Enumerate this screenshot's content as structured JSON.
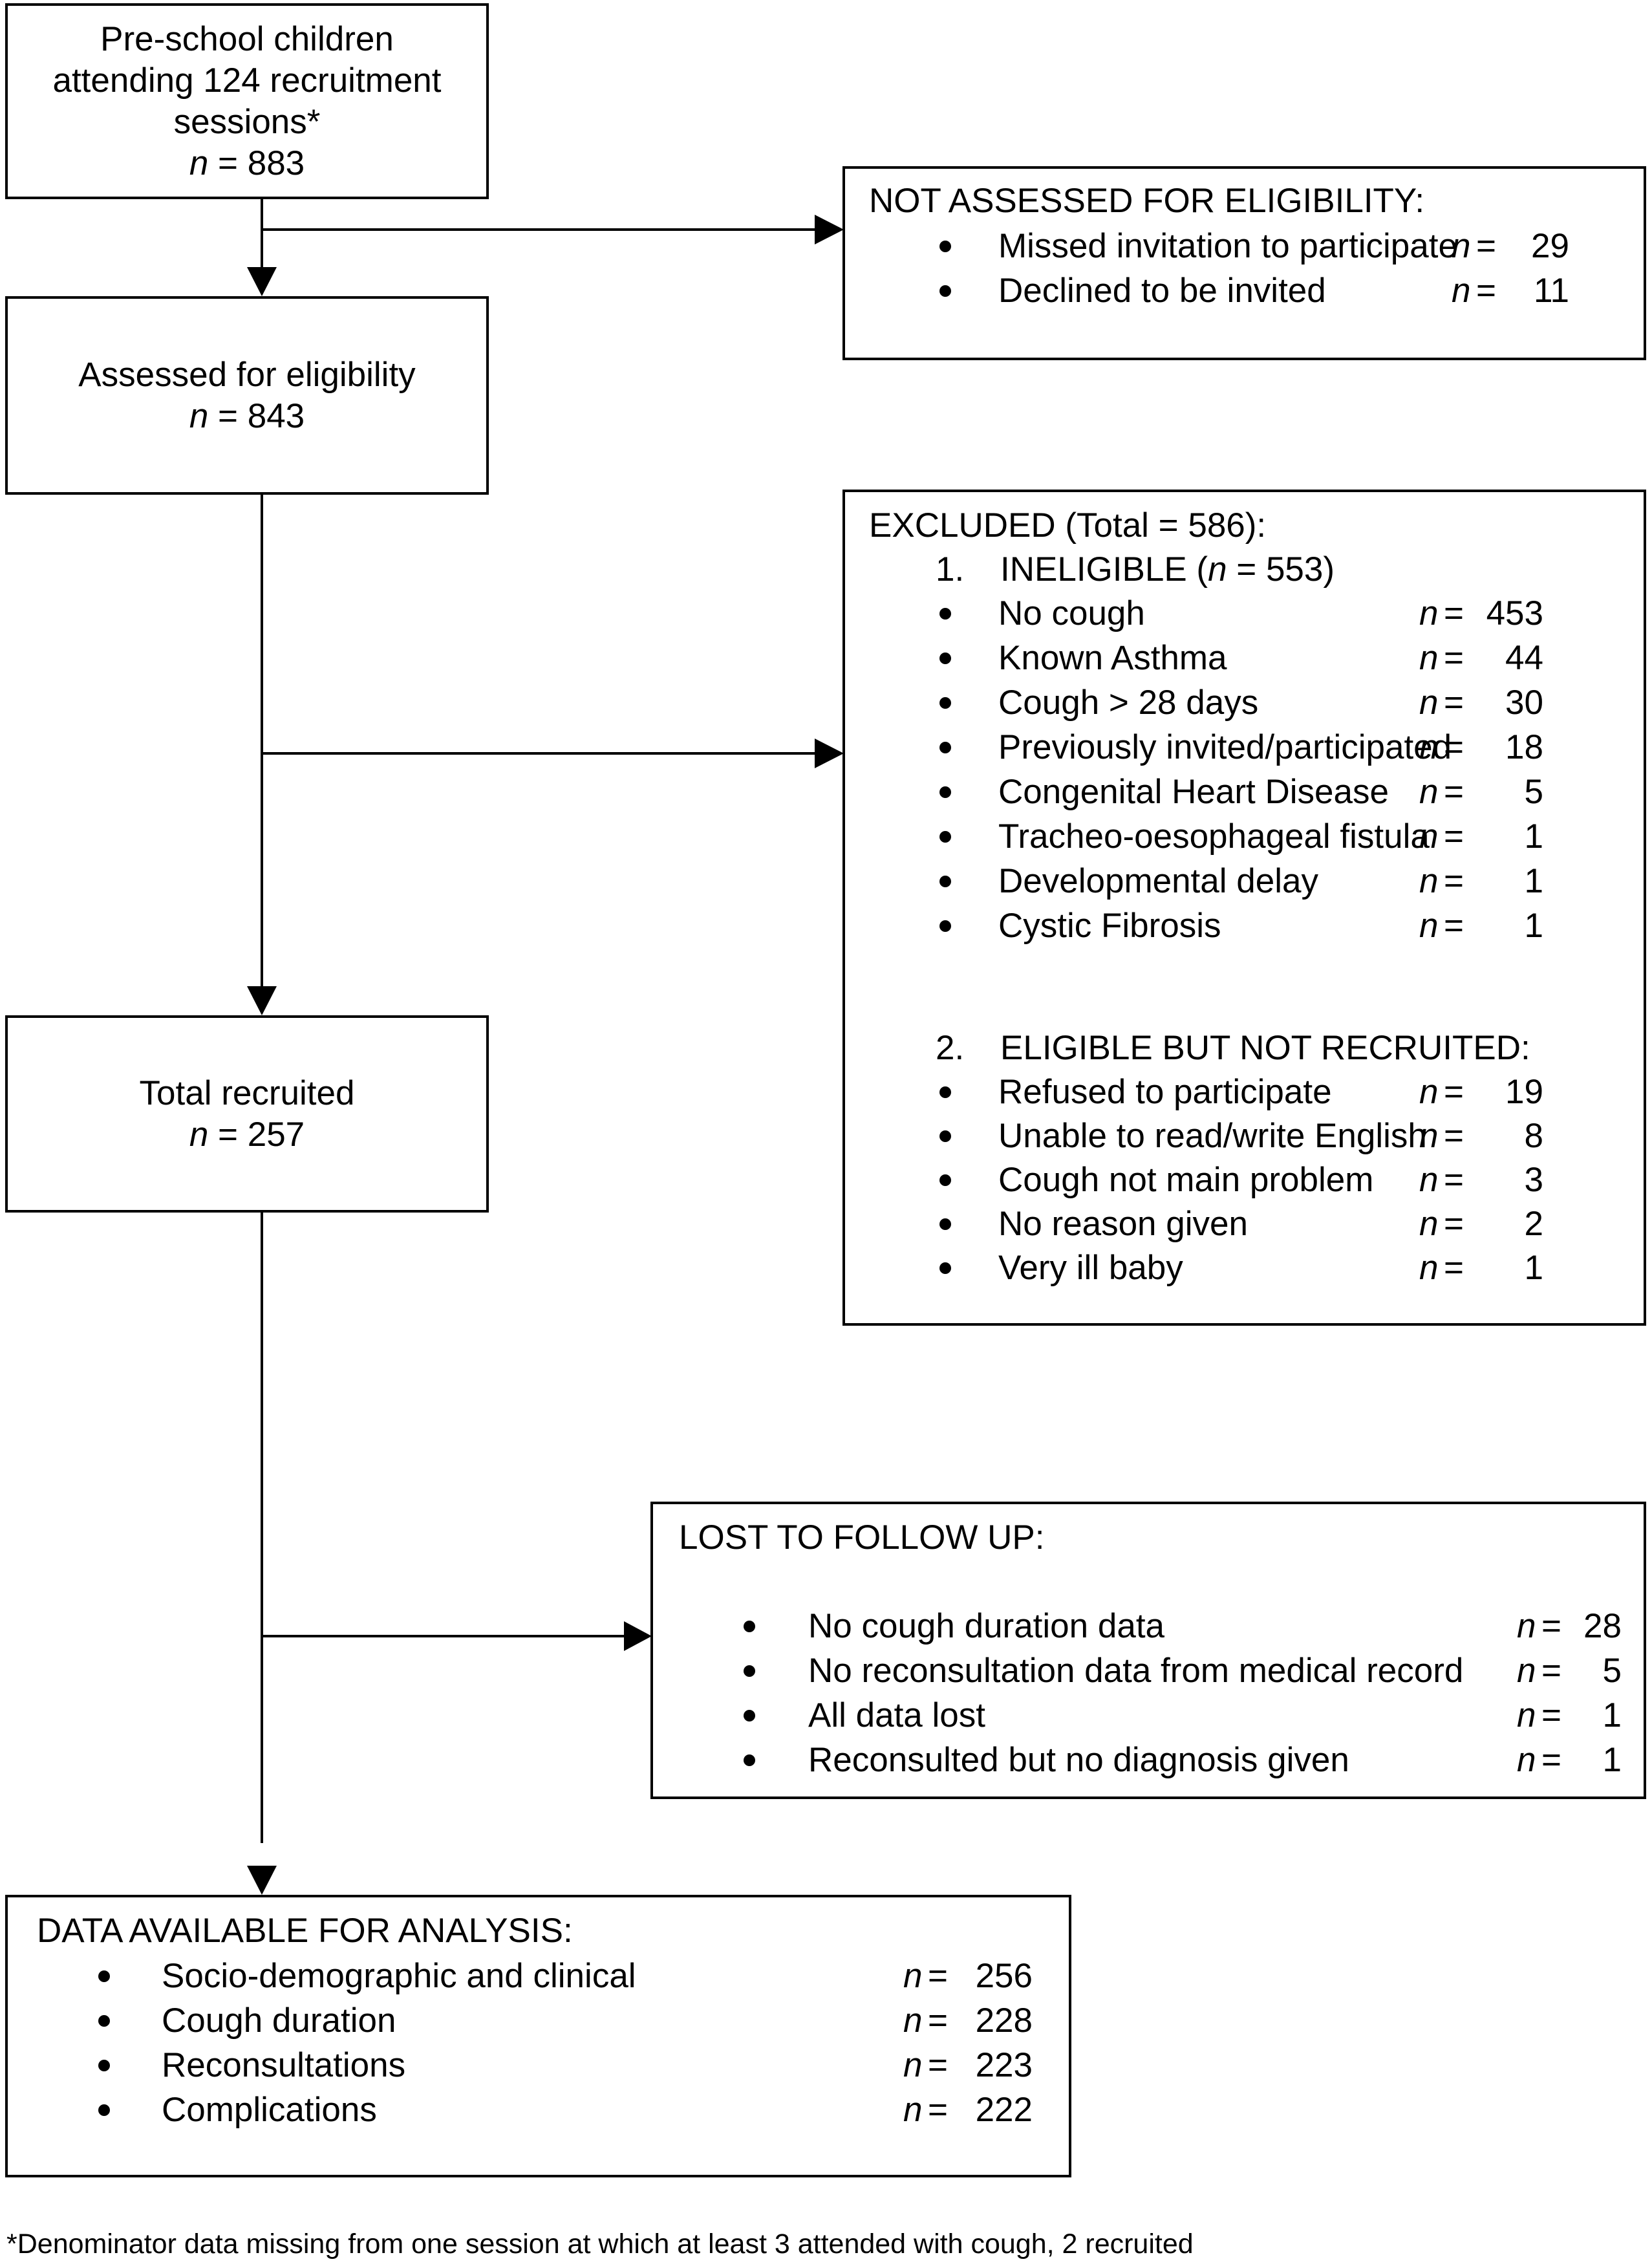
{
  "diagram": {
    "box_start": {
      "lines": [
        "Pre-school children",
        "attending 124 recruitment",
        "sessions*"
      ],
      "n_label": "n",
      "n_value": "= 883"
    },
    "box_assessed": {
      "line": "Assessed for eligibility",
      "n_label": "n",
      "n_value": "= 843"
    },
    "box_recruited": {
      "line": "Total recruited",
      "n_label": "n",
      "n_value": "= 257"
    },
    "not_assessed": {
      "title": "NOT ASSESSED FOR ELIGIBILITY:",
      "items": [
        {
          "label": "Missed invitation to participate",
          "n": "n",
          "eq": "=",
          "value": "29"
        },
        {
          "label": "Declined to be invited",
          "n": "n",
          "eq": "=",
          "value": "11"
        }
      ]
    },
    "excluded": {
      "title": "EXCLUDED (Total = 586):",
      "group1": {
        "number": "1.",
        "title_pre": "INELIGIBLE (",
        "title_n": "n",
        "title_post": " = 553)",
        "items": [
          {
            "label": "No cough",
            "n": "n",
            "eq": "=",
            "value": "453"
          },
          {
            "label": "Known Asthma",
            "n": "n",
            "eq": "=",
            "value": "44"
          },
          {
            "label": "Cough > 28 days",
            "n": "n",
            "eq": "=",
            "value": "30"
          },
          {
            "label": "Previously invited/participated",
            "n": "n",
            "eq": "=",
            "value": "18"
          },
          {
            "label": "Congenital Heart Disease",
            "n": "n",
            "eq": "=",
            "value": "5"
          },
          {
            "label": "Tracheo-oesophageal fistula",
            "n": "n",
            "eq": "=",
            "value": "1"
          },
          {
            "label": "Developmental delay",
            "n": "n",
            "eq": "=",
            "value": "1"
          },
          {
            "label": "Cystic Fibrosis",
            "n": "n",
            "eq": "=",
            "value": "1"
          }
        ]
      },
      "group2": {
        "number": "2.",
        "title": "ELIGIBLE BUT NOT RECRUITED:",
        "items": [
          {
            "label": "Refused to participate",
            "n": "n",
            "eq": "=",
            "value": "19"
          },
          {
            "label": "Unable to read/write English",
            "n": "n",
            "eq": "=",
            "value": "8"
          },
          {
            "label": "Cough not main problem",
            "n": "n",
            "eq": "=",
            "value": "3"
          },
          {
            "label": "No reason given",
            "n": "n",
            "eq": "=",
            "value": "2"
          },
          {
            "label": "Very ill baby",
            "n": "n",
            "eq": "=",
            "value": "1"
          }
        ]
      }
    },
    "lost": {
      "title": "LOST TO FOLLOW UP:",
      "items": [
        {
          "label": "No cough duration data",
          "n": "n",
          "eq": "=",
          "value": "28"
        },
        {
          "label": "No reconsultation data from medical record",
          "n": "n",
          "eq": "=",
          "value": "5"
        },
        {
          "label": "All data lost",
          "n": "n",
          "eq": "=",
          "value": "1"
        },
        {
          "label": "Reconsulted but no diagnosis given",
          "n": "n",
          "eq": "=",
          "value": "1"
        }
      ]
    },
    "available": {
      "title": "DATA AVAILABLE FOR ANALYSIS:",
      "items": [
        {
          "label": "Socio-demographic and clinical",
          "n": "n",
          "eq": "=",
          "value": "256"
        },
        {
          "label": "Cough duration",
          "n": "n",
          "eq": "=",
          "value": "228"
        },
        {
          "label": "Reconsultations",
          "n": "n",
          "eq": "=",
          "value": "223"
        },
        {
          "label": "Complications",
          "n": "n",
          "eq": "=",
          "value": "222"
        }
      ]
    }
  },
  "footnote": "*Denominator data missing from one session at which at least 3 attended with cough, 2 recruited"
}
